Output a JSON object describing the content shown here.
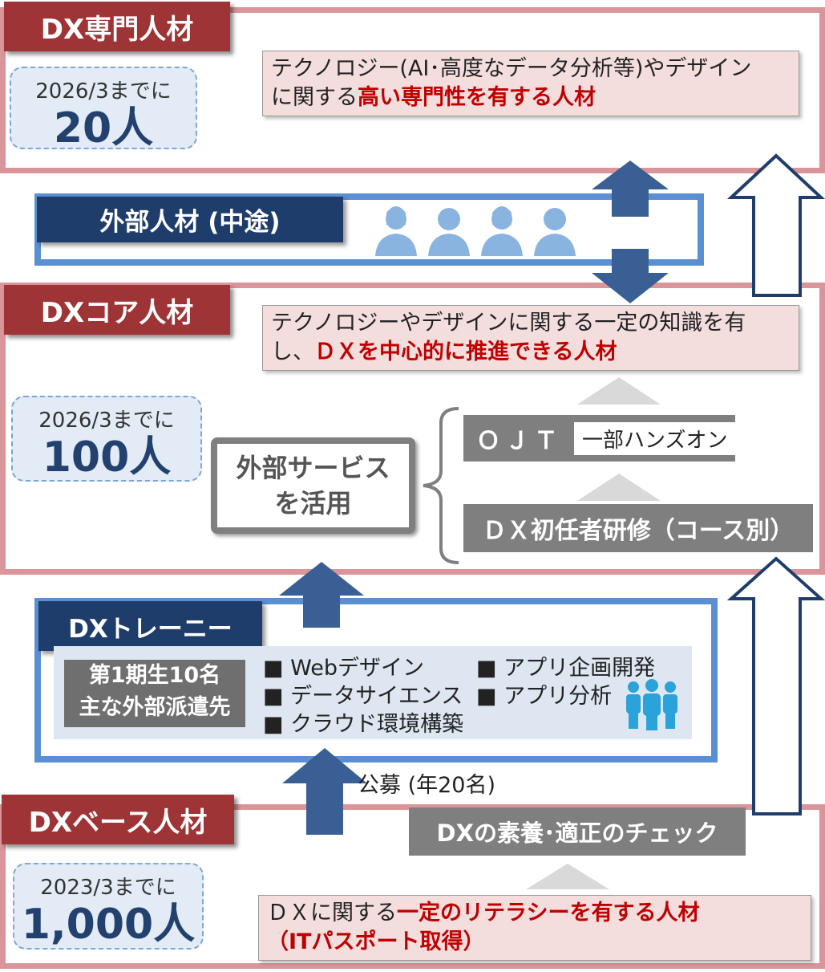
{
  "specialist": {
    "tab": "DX専門人材",
    "target_date": "2026/3までに",
    "target_count": "20人",
    "desc_line1": "テクノロジー(AI･高度なデータ分析等)やデザイン",
    "desc_line2_prefix": "に関する",
    "desc_line2_emph": "高い専門性を有する人材"
  },
  "external": {
    "label": "外部人材 (中途)",
    "icons": [
      "person-icon",
      "person-icon",
      "person-icon",
      "person-icon"
    ]
  },
  "core": {
    "tab": "DXコア人材",
    "target_date": "2026/3までに",
    "target_count": "100人",
    "desc_line1": "テクノロジーやデザインに関する一定の知識を有",
    "desc_line2_prefix": "し、",
    "desc_line2_emph": "ＤＸを中心的に推進できる人材",
    "service_line1": "外部サービス",
    "service_line2": "を活用",
    "ojt_label": "ＯＪＴ",
    "ojt_tag": "一部ハンズオン",
    "training_label": "ＤＸ初任者研修（コース別）"
  },
  "trainee": {
    "label": "DXトレーニー",
    "cohort_line1": "第1期生10名",
    "cohort_line2": "主な外部派遣先",
    "destinations": [
      "■ Webデザイン",
      "■ アプリ企画開発",
      "■ データサイエンス",
      "■ アプリ分析",
      "■ クラウド環境構築"
    ]
  },
  "recruit_label": "公募 (年20名)",
  "base": {
    "tab": "DXベース人材",
    "target_date": "2023/3までに",
    "target_count": "1,000人",
    "check_label": "DXの素養･適正のチェック",
    "desc_line1_prefix": "ＤＸに関する",
    "desc_line1_emph": "一定のリテラシーを有する人材",
    "desc_line2": "（ITパスポート取得）"
  },
  "colors": {
    "tier_border": "#d9959a",
    "tier_tab": "#9e3436",
    "navy": "#1f3d6b",
    "band_border": "#5a8fd2",
    "arrow_fill": "#3a5f94",
    "emphasis_red": "#c00000",
    "grey_box": "#7f7f7f",
    "person_icon": "#8ab4e0",
    "group_icon": "#29a3d9"
  }
}
